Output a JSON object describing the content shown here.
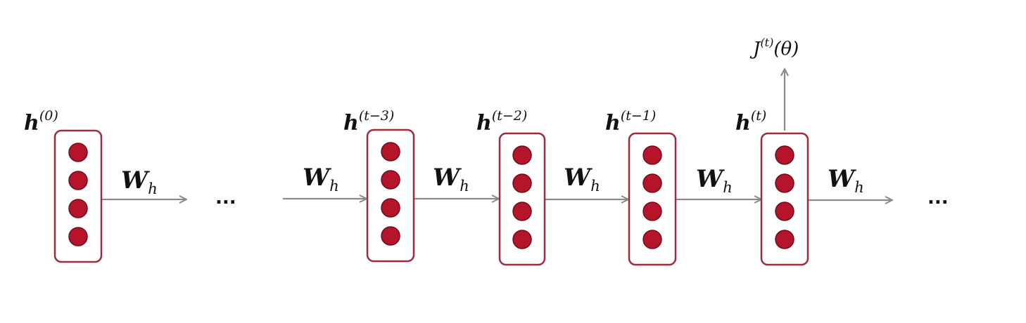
{
  "colors": {
    "box_stroke": "#9e2a3f",
    "neuron_fill": "#b5142b",
    "neuron_stroke": "#6a0f1c",
    "arrow": "#8a8a8a",
    "text": "#111111"
  },
  "states": [
    {
      "id": "h0",
      "base": "h",
      "sup": "(0)"
    },
    {
      "id": "h-t-3",
      "base": "h",
      "sup": "(t−3)"
    },
    {
      "id": "h-t-2",
      "base": "h",
      "sup": "(t−2)"
    },
    {
      "id": "h-t-1",
      "base": "h",
      "sup": "(t−1)"
    },
    {
      "id": "h-t",
      "base": "h",
      "sup": "(t)"
    }
  ],
  "weight_label": {
    "base": "W",
    "sub": "h"
  },
  "ellipsis": "...",
  "loss_label": {
    "base": "J",
    "sup": "(t)",
    "arg": "(θ)"
  }
}
